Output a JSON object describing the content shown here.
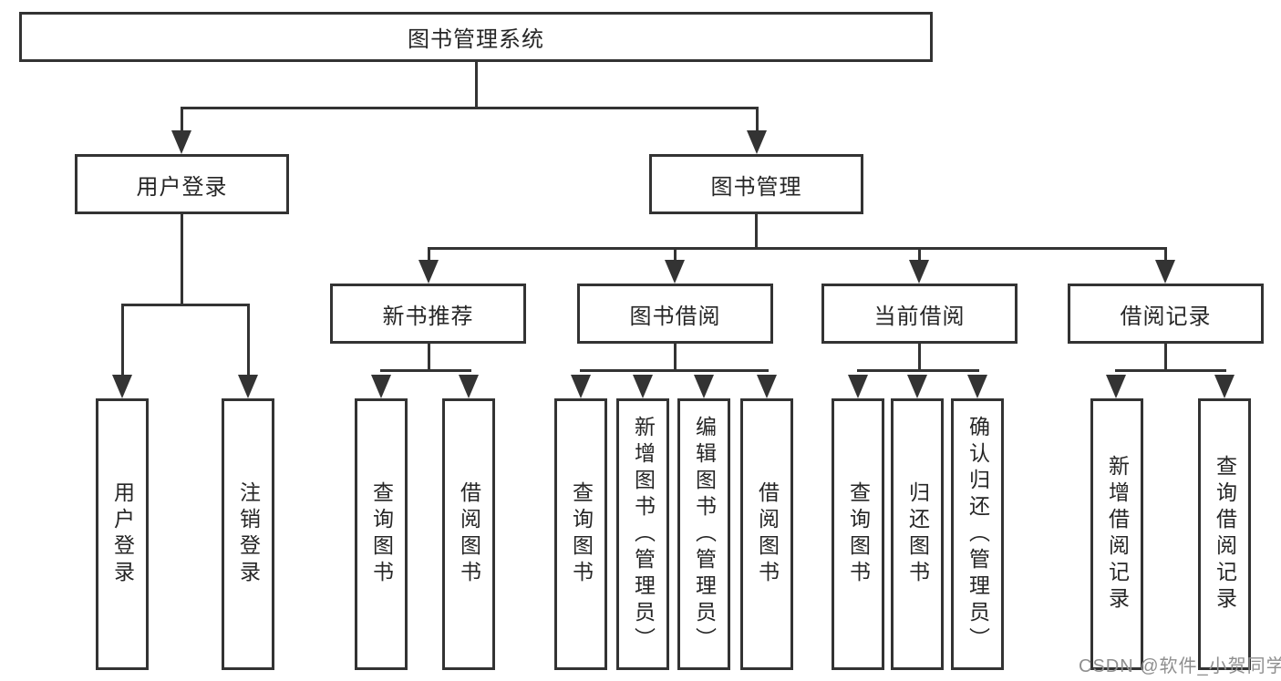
{
  "diagram": {
    "root": {
      "label": "图书管理系统"
    },
    "branches": [
      {
        "label": "用户登录",
        "leaves": [
          {
            "label": "用户登录"
          },
          {
            "label": "注销登录"
          }
        ]
      },
      {
        "label": "图书管理",
        "groups": [
          {
            "label": "新书推荐",
            "leaves": [
              {
                "label": "查询图书"
              },
              {
                "label": "借阅图书"
              }
            ]
          },
          {
            "label": "图书借阅",
            "leaves": [
              {
                "label": "查询图书"
              },
              {
                "label": "新增图书（管理员）"
              },
              {
                "label": "编辑图书（管理员）"
              },
              {
                "label": "借阅图书"
              }
            ]
          },
          {
            "label": "当前借阅",
            "leaves": [
              {
                "label": "查询图书"
              },
              {
                "label": "归还图书"
              },
              {
                "label": "确认归还（管理员）"
              }
            ]
          },
          {
            "label": "借阅记录",
            "leaves": [
              {
                "label": "新增借阅记录"
              },
              {
                "label": "查询借阅记录"
              }
            ]
          }
        ]
      }
    ]
  },
  "watermark": {
    "text": "CSDN @软件_小贺同学"
  },
  "colors": {
    "line": "#333333",
    "text": "#262626",
    "background": "#ffffff",
    "watermark": "#8f8f8f"
  }
}
